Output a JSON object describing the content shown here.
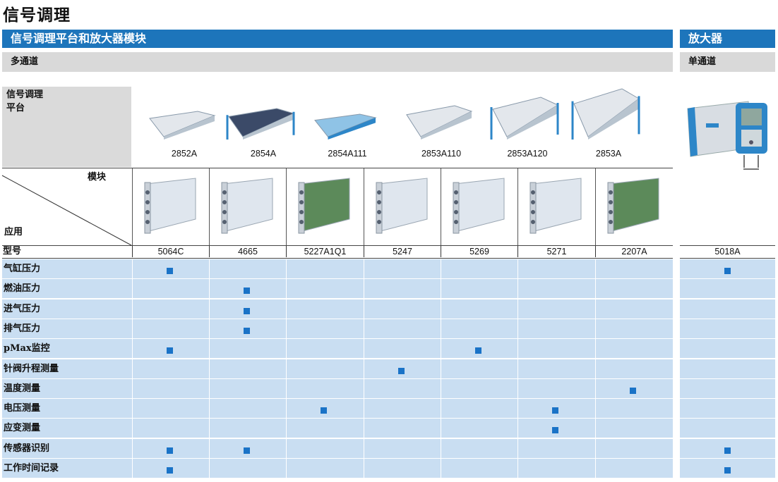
{
  "page_title": "信号调理",
  "left_section": {
    "header": "信号调理平台和放大器模块",
    "subheader": "多通道"
  },
  "right_section": {
    "header": "放大器",
    "subheader": "单通道"
  },
  "platform_label": "信号调理\n平台",
  "platforms": [
    "2852A",
    "2854A",
    "2854A111",
    "2853A110",
    "2853A120",
    "2853A"
  ],
  "diagonal": {
    "top_label": "模块",
    "bottom_label": "应用"
  },
  "model_header": "型号",
  "models": [
    "5064C",
    "4665",
    "5227A1Q1",
    "5247",
    "5269",
    "5271",
    "2207A",
    "5018A"
  ],
  "applications": [
    {
      "label": "气缸压力",
      "marks": [
        true,
        false,
        false,
        false,
        false,
        false,
        false,
        true
      ]
    },
    {
      "label": "燃油压力",
      "marks": [
        false,
        true,
        false,
        false,
        false,
        false,
        false,
        false
      ]
    },
    {
      "label": "进气压力",
      "marks": [
        false,
        true,
        false,
        false,
        false,
        false,
        false,
        false
      ]
    },
    {
      "label": "排气压力",
      "marks": [
        false,
        true,
        false,
        false,
        false,
        false,
        false,
        false
      ]
    },
    {
      "label": "pMax监控",
      "marks": [
        true,
        false,
        false,
        false,
        true,
        false,
        false,
        false
      ]
    },
    {
      "label": "针阀升程测量",
      "marks": [
        false,
        false,
        false,
        true,
        false,
        false,
        false,
        false
      ]
    },
    {
      "label": "温度测量",
      "marks": [
        false,
        false,
        false,
        false,
        false,
        false,
        true,
        false
      ]
    },
    {
      "label": "电压测量",
      "marks": [
        false,
        false,
        true,
        false,
        false,
        true,
        false,
        false
      ]
    },
    {
      "label": "应变测量",
      "marks": [
        false,
        false,
        false,
        false,
        false,
        true,
        false,
        false
      ]
    },
    {
      "label": "传感器识别",
      "marks": [
        true,
        true,
        false,
        false,
        false,
        false,
        false,
        true
      ]
    },
    {
      "label": "工作时间记录",
      "marks": [
        true,
        false,
        false,
        false,
        false,
        false,
        false,
        true
      ]
    }
  ],
  "colors": {
    "brand_blue": "#1d75bb",
    "grey_bar": "#d9d9d9",
    "cell_blue": "#c9def2",
    "marker": "#1a73c7"
  }
}
